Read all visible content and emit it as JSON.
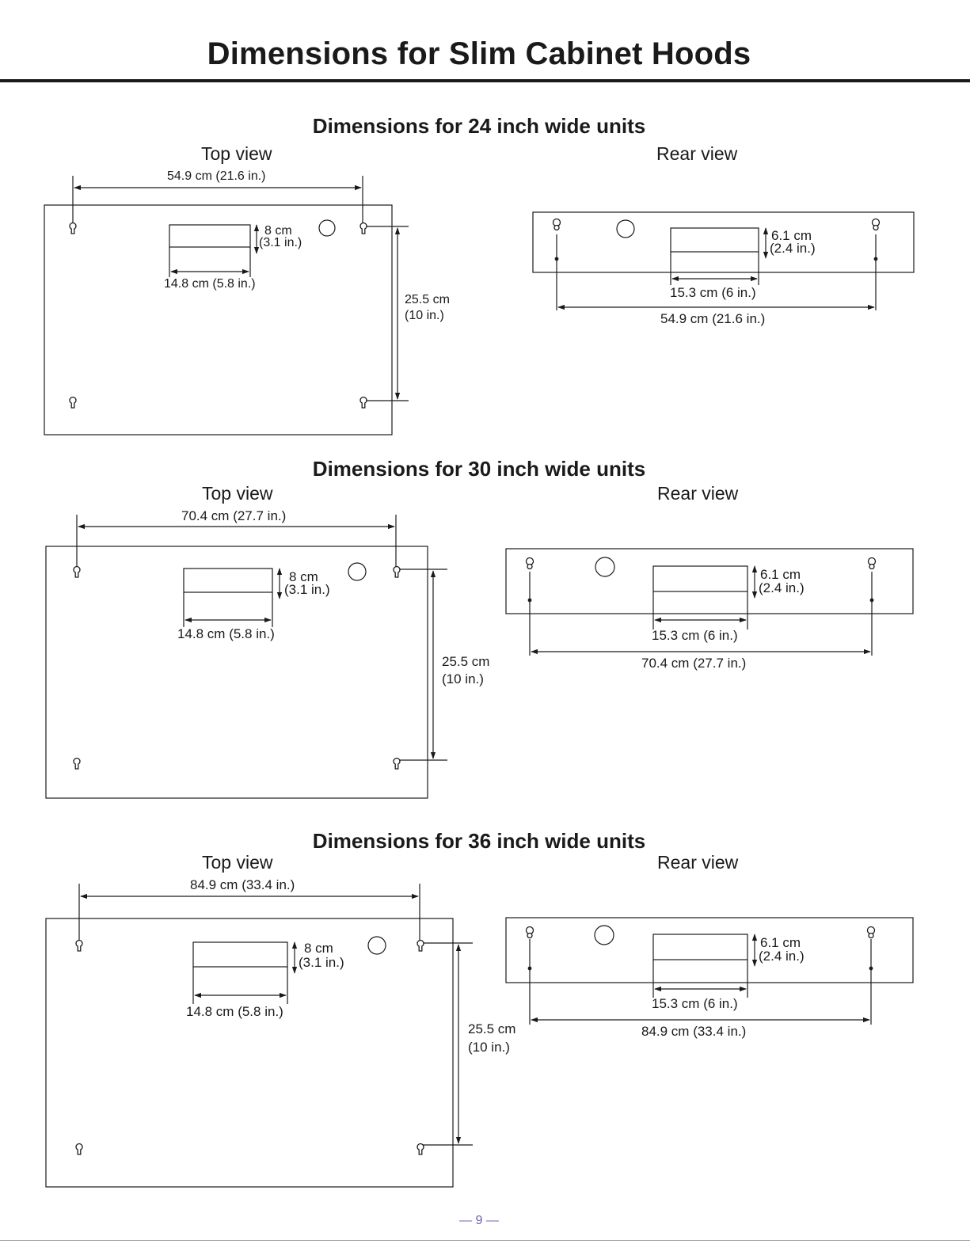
{
  "page": {
    "title": "Dimensions for Slim Cabinet Hoods",
    "page_number": "— 9 —"
  },
  "sections": [
    {
      "title": "Dimensions for 24 inch wide units",
      "top_view": {
        "label": "Top view",
        "overall_width": "54.9 cm (21.6 in.)",
        "cutout_height_cm": "8 cm",
        "cutout_height_in": "(3.1 in.)",
        "cutout_width": "14.8 cm (5.8 in.)",
        "depth_cm": "25.5 cm",
        "depth_in": "(10 in.)"
      },
      "rear_view": {
        "label": "Rear view",
        "cutout_height_cm": "6.1 cm",
        "cutout_height_in": "(2.4 in.)",
        "cutout_width": "15.3 cm (6 in.)",
        "overall_width": "54.9 cm (21.6 in.)"
      }
    },
    {
      "title": "Dimensions for 30 inch wide units",
      "top_view": {
        "label": "Top view",
        "overall_width": "70.4 cm (27.7 in.)",
        "cutout_height_cm": "8 cm",
        "cutout_height_in": "(3.1 in.)",
        "cutout_width": "14.8 cm (5.8 in.)",
        "depth_cm": "25.5 cm",
        "depth_in": "(10 in.)"
      },
      "rear_view": {
        "label": "Rear view",
        "cutout_height_cm": "6.1 cm",
        "cutout_height_in": "(2.4 in.)",
        "cutout_width": "15.3 cm (6 in.)",
        "overall_width": "70.4 cm (27.7 in.)"
      }
    },
    {
      "title": "Dimensions for 36 inch wide units",
      "top_view": {
        "label": "Top view",
        "overall_width": "84.9 cm (33.4 in.)",
        "cutout_height_cm": "8 cm",
        "cutout_height_in": "(3.1 in.)",
        "cutout_width": "14.8 cm (5.8 in.)",
        "depth_cm": "25.5 cm",
        "depth_in": "(10 in.)"
      },
      "rear_view": {
        "label": "Rear view",
        "cutout_height_cm": "6.1 cm",
        "cutout_height_in": "(2.4 in.)",
        "cutout_width": "15.3 cm (6 in.)",
        "overall_width": "84.9 cm (33.4 in.)"
      }
    }
  ]
}
